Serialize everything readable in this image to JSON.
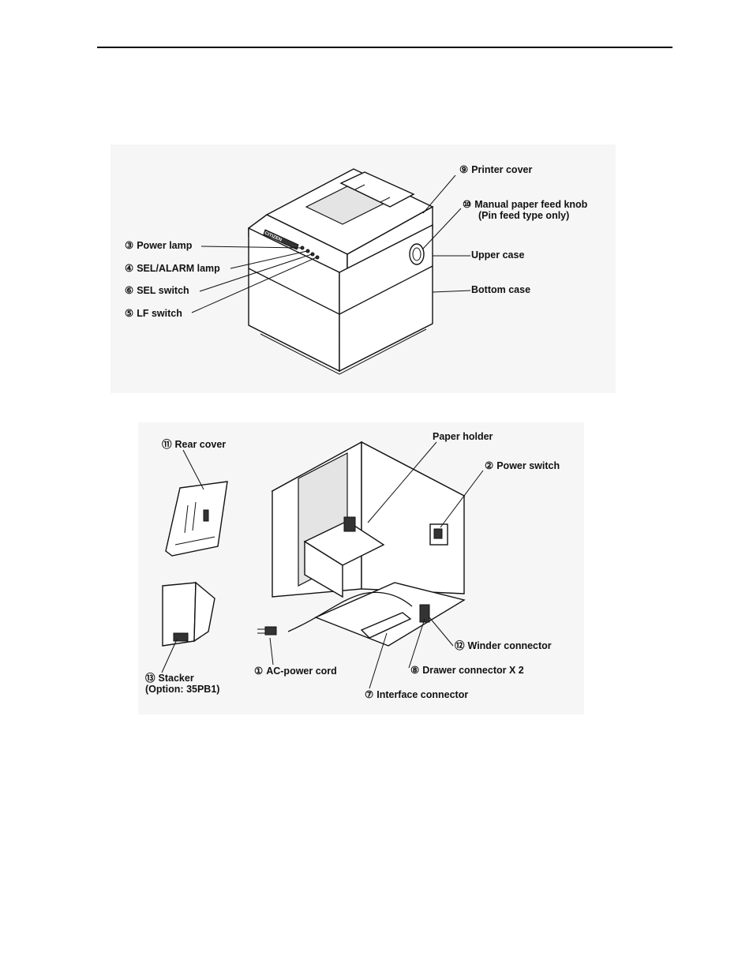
{
  "top_figure": {
    "labels": [
      {
        "id": "printer-cover",
        "num": "⑨",
        "text": "Printer cover"
      },
      {
        "id": "manual-knob",
        "num": "⑩",
        "text": "Manual paper feed knob",
        "text2": "(Pin feed type only)"
      },
      {
        "id": "upper-case",
        "num": "",
        "text": "Upper case"
      },
      {
        "id": "bottom-case",
        "num": "",
        "text": "Bottom case"
      },
      {
        "id": "power-lamp",
        "num": "③",
        "text": "Power lamp"
      },
      {
        "id": "sel-alarm-lamp",
        "num": "④",
        "text": "SEL/ALARM lamp"
      },
      {
        "id": "sel-switch",
        "num": "⑥",
        "text": "SEL switch"
      },
      {
        "id": "lf-switch",
        "num": "⑤",
        "text": "LF switch"
      }
    ],
    "brand": "CITIZEN"
  },
  "bottom_figure": {
    "labels": [
      {
        "id": "rear-cover",
        "num": "⑪",
        "text": "Rear cover"
      },
      {
        "id": "paper-holder",
        "num": "",
        "text": "Paper holder"
      },
      {
        "id": "power-switch",
        "num": "②",
        "text": "Power switch"
      },
      {
        "id": "winder-connector",
        "num": "⑫",
        "text": "Winder connector"
      },
      {
        "id": "drawer-connector",
        "num": "⑧",
        "text": "Drawer connector X 2"
      },
      {
        "id": "interface-connector",
        "num": "⑦",
        "text": "Interface connector"
      },
      {
        "id": "ac-power-cord",
        "num": "①",
        "text": "AC-power cord"
      },
      {
        "id": "stacker",
        "num": "⑬",
        "text": "Stacker",
        "text2": "(Option: 35PB1)"
      }
    ]
  }
}
